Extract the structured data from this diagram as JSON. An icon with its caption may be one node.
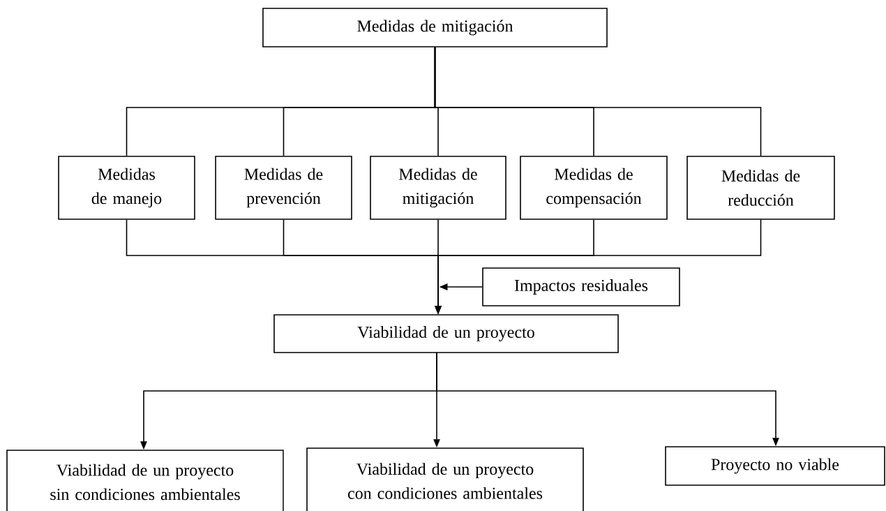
{
  "diagram": {
    "nodes": [
      {
        "text": [
          "Medidas de mitigación"
        ]
      },
      {
        "text": [
          "Medidas de manejo"
        ]
      },
      {
        "text": [
          "Medidas de prevención"
        ]
      },
      {
        "text": [
          "Medidas de mitigación"
        ]
      },
      {
        "text": [
          "Medidas de compensación"
        ]
      },
      {
        "text": [
          "Medidas de reducción"
        ]
      },
      {
        "text": [
          "Impactos residuales"
        ]
      },
      {
        "text": [
          "Viabilidad de un proyecto"
        ]
      },
      {
        "text": [
          "Viabilidad de un proyecto sin condiciones ambientales"
        ]
      },
      {
        "text": [
          "Viabilidad de un proyecto con condiciones ambientales"
        ]
      },
      {
        "text": [
          "Proyecto no viable"
        ]
      }
    ],
    "edges": [
      {
        "from": 0,
        "to": 1,
        "arrow": "none"
      },
      {
        "from": 0,
        "to": 2,
        "arrow": "none"
      },
      {
        "from": 0,
        "to": 3,
        "arrow": "none"
      },
      {
        "from": 0,
        "to": 4,
        "arrow": "none"
      },
      {
        "from": 0,
        "to": 5,
        "arrow": "none"
      },
      {
        "from": 1,
        "to": 7,
        "arrow": "to"
      },
      {
        "from": 2,
        "to": 7,
        "arrow": "to"
      },
      {
        "from": 3,
        "to": 7,
        "arrow": "to"
      },
      {
        "from": 4,
        "to": 7,
        "arrow": "to"
      },
      {
        "from": 5,
        "to": 7,
        "arrow": "to"
      },
      {
        "from": 6,
        "to": 7,
        "arrow": "to"
      },
      {
        "from": 7,
        "to": 8,
        "arrow": "to"
      },
      {
        "from": 7,
        "to": 9,
        "arrow": "to"
      },
      {
        "from": 7,
        "to": 10,
        "arrow": "to"
      }
    ]
  }
}
